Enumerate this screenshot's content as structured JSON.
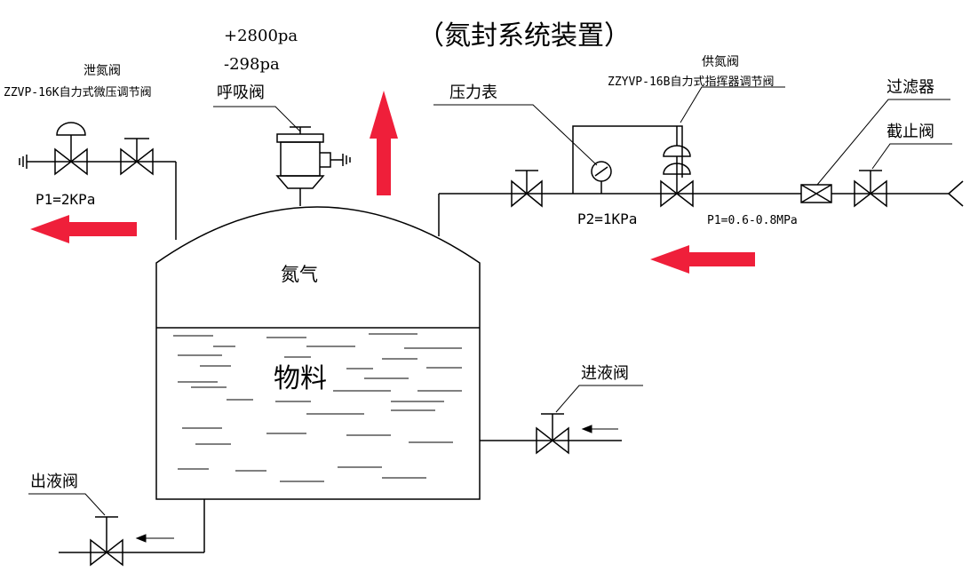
{
  "title": "（氮封系统装置）",
  "colors": {
    "line": "#000000",
    "arrow": "#ef1f3a",
    "background": "#ffffff"
  },
  "tank": {
    "gas_label": "氮气",
    "liquid_label": "物料"
  },
  "vent_valve": {
    "name": "泄氮阀",
    "model": "ZZVP-16K自力式微压调节阀",
    "pressure": "P1=2KPa"
  },
  "breather_valve": {
    "name": "呼吸阀",
    "pressure_high": "+2800pa",
    "pressure_low": "-298pa"
  },
  "pressure_gauge": {
    "name": "压力表",
    "pressure": "P2=1KPa"
  },
  "supply_valve": {
    "name": "供氮阀",
    "model": "ZZYVP-16B自力式指挥器调节阀",
    "pressure": "P1=0.6-0.8MPa"
  },
  "filter": {
    "name": "过滤器"
  },
  "stop_valve": {
    "name": "截止阀"
  },
  "inlet_valve": {
    "name": "进液阀"
  },
  "outlet_valve": {
    "name": "出液阀"
  },
  "flow_arrows": [
    {
      "id": "vent-flow",
      "direction": "left"
    },
    {
      "id": "breather-flow",
      "direction": "up"
    },
    {
      "id": "supply-flow",
      "direction": "left"
    }
  ]
}
